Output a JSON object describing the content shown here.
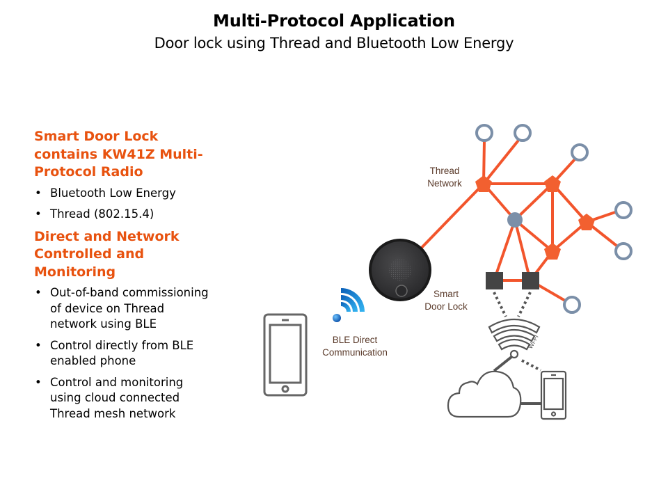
{
  "header": {
    "title": "Multi-Protocol Application",
    "subtitle": "Door lock using Thread and Bluetooth Low Energy"
  },
  "sections": [
    {
      "heading_lines": [
        "Smart Door Lock",
        "contains KW41Z Multi-",
        "Protocol Radio"
      ],
      "bullets": [
        {
          "lines": [
            "Bluetooth Low Energy"
          ]
        },
        {
          "lines": [
            "Thread (802.15.4)"
          ]
        }
      ]
    },
    {
      "heading_lines": [
        "Direct and Network",
        "Controlled and",
        "Monitoring"
      ],
      "bullets": [
        {
          "lines": [
            "Out-of-band commissioning",
            "of device on Thread",
            "network using BLE"
          ]
        },
        {
          "lines": [
            "Control directly from BLE",
            "enabled phone"
          ]
        },
        {
          "lines": [
            "Control and monitoring",
            "using cloud connected",
            "Thread mesh network"
          ]
        }
      ]
    }
  ],
  "bullet_glyph": "•",
  "diagram": {
    "labels": {
      "thread_network": [
        "Thread",
        "Network"
      ],
      "smart_door_lock": [
        "Smart",
        "Door Lock"
      ],
      "ble_direct": [
        "BLE Direct",
        "Communication"
      ],
      "wifi": "Wi-Fi"
    },
    "icons": {
      "phone": "smartphone-icon",
      "ble_signal": "ble-signal-icon",
      "door_lock": "smart-door-lock",
      "wifi": "wifi-router-icon",
      "cloud": "cloud-icon",
      "small_phone": "smartphone-icon"
    },
    "colors": {
      "accent": "#e8520f",
      "mesh_line": "#f2552c",
      "router_node": "#f26030",
      "end_device_ring": "#7b8fa8",
      "leader_node": "#7b8fa8",
      "border_router": "#444444",
      "icon_gray": "#666666",
      "label_text": "#5a3a2a",
      "ble_blue": "#1a8fe0"
    }
  }
}
